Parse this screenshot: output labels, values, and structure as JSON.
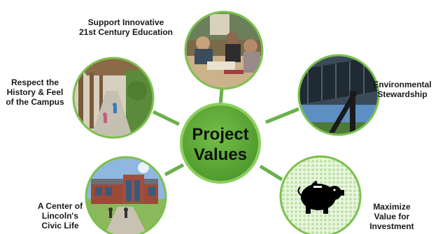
{
  "diagram": {
    "center": {
      "lines": [
        "Project",
        "Values"
      ]
    },
    "values": [
      {
        "id": "education",
        "lines": [
          "Support Innovative",
          "21st Century Education"
        ],
        "image": "classroom-students-photo"
      },
      {
        "id": "environment",
        "lines": [
          "Environmental",
          "Stewardship"
        ],
        "image": "solar-canopy-photo"
      },
      {
        "id": "investment",
        "lines": [
          "Maximize",
          "Value for",
          "Investment"
        ],
        "image": "piggy-bank-icon"
      },
      {
        "id": "civic",
        "lines": [
          "A Center of",
          "Lincoln's",
          "Civic Life"
        ],
        "image": "school-building-rendering"
      },
      {
        "id": "history",
        "lines": [
          "Respect the",
          "History & Feel",
          "of the Campus"
        ],
        "image": "campus-walkway-photo"
      }
    ],
    "colors": {
      "accent_green": "#6ab04c",
      "hub_fill": "#5ba336",
      "ring_green": "#7cc04f",
      "pattern_green": "#bfe3a8"
    }
  }
}
